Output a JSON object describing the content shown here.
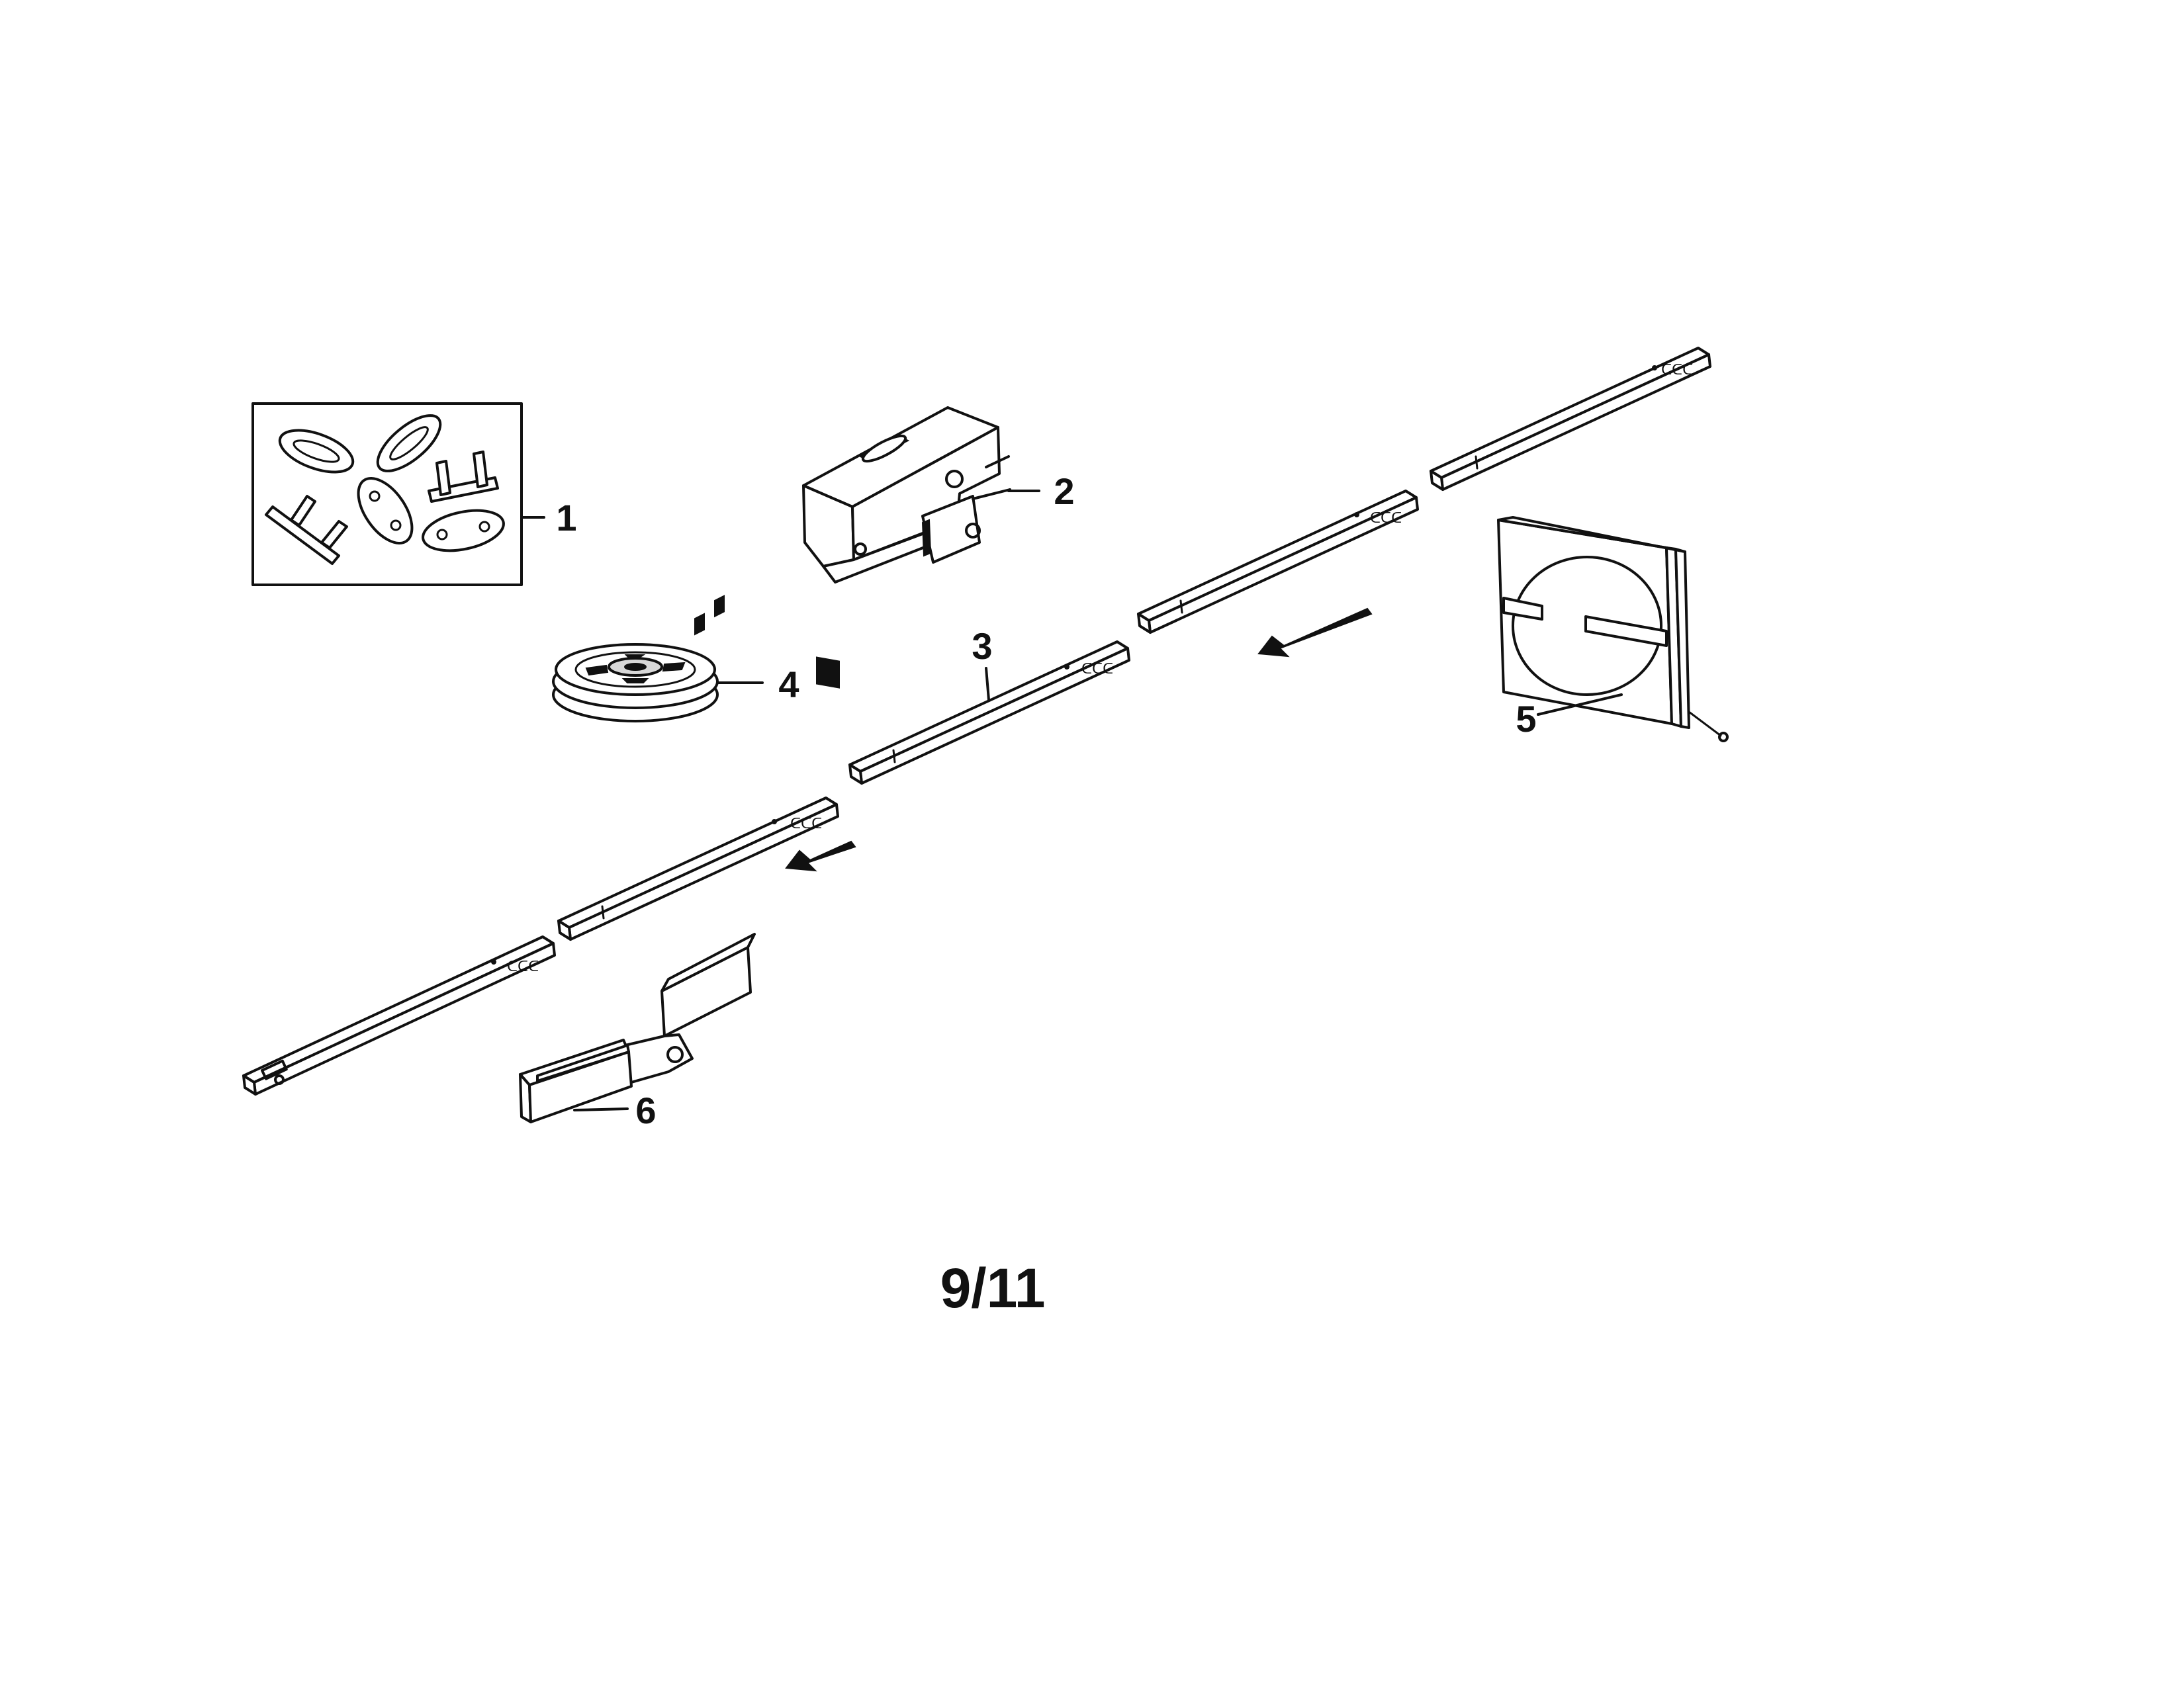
{
  "callouts": {
    "c1": "1",
    "c2": "2",
    "c3": "3",
    "c4": "4",
    "c5": "5",
    "c6": "6"
  },
  "page": {
    "number": "9/11"
  }
}
